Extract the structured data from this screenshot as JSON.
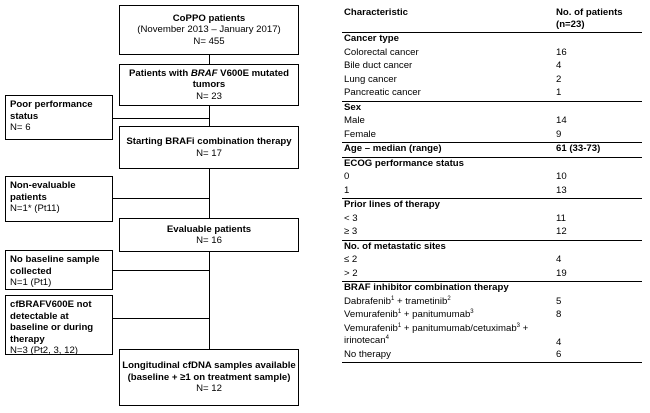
{
  "flow": {
    "copo": {
      "title": "CoPPO patients",
      "period": "(November 2013 – January 2017)",
      "n": "N= 455"
    },
    "braf": {
      "title_pre": "Patients with ",
      "title_gene": "BRAF",
      "title_post": " V600E mutated tumors",
      "n": "N= 23"
    },
    "poor": {
      "title": "Poor performance status",
      "n": "N= 6"
    },
    "starting": {
      "title": "Starting BRAFi combination therapy",
      "n": "N= 17"
    },
    "noneval": {
      "title": "Non-evaluable patients",
      "n": "N=1* (Pt11)"
    },
    "evaluable": {
      "title": "Evaluable patients",
      "n": "N= 16"
    },
    "nobaseline": {
      "title": "No baseline sample collected",
      "n": "N=1 (Pt1)"
    },
    "cfbraf": {
      "title": "cfBRAFV600E not detectable at baseline or during therapy",
      "n": "N=3 (Pt2, 3, 12)"
    },
    "longitudinal": {
      "title": "Longitudinal cfDNA samples available (baseline + ≥1 on treatment sample)",
      "n": "N= 12"
    }
  },
  "table": {
    "header": {
      "characteristic": "Characteristic",
      "patients": "No. of patients (n=23)"
    },
    "rows": [
      {
        "type": "section",
        "label": "Cancer type",
        "value": ""
      },
      {
        "type": "item",
        "label": "Colorectal cancer",
        "value": "16"
      },
      {
        "type": "item",
        "label": "Bile duct cancer",
        "value": "4"
      },
      {
        "type": "item",
        "label": "Lung cancer",
        "value": "2"
      },
      {
        "type": "item",
        "label": "Pancreatic cancer",
        "value": "1"
      },
      {
        "type": "section",
        "label": "Sex",
        "value": ""
      },
      {
        "type": "item",
        "label": "Male",
        "value": "14"
      },
      {
        "type": "item",
        "label": "Female",
        "value": "9"
      },
      {
        "type": "section",
        "label": "Age – median (range)",
        "value": "61 (33-73)"
      },
      {
        "type": "section",
        "label": "ECOG performance status",
        "value": ""
      },
      {
        "type": "item",
        "label": "0",
        "value": "10"
      },
      {
        "type": "item",
        "label": "1",
        "value": "13"
      },
      {
        "type": "section",
        "label": "Prior lines of therapy",
        "value": ""
      },
      {
        "type": "item",
        "label": "< 3",
        "value": "11"
      },
      {
        "type": "item",
        "label": "≥ 3",
        "value": "12"
      },
      {
        "type": "section",
        "label": "No. of metastatic sites",
        "value": ""
      },
      {
        "type": "item",
        "label": "≤ 2",
        "value": "4"
      },
      {
        "type": "item",
        "label": "> 2",
        "value": "19"
      },
      {
        "type": "section",
        "label": "BRAF inhibitor combination therapy",
        "value": ""
      }
    ],
    "therapy": {
      "dab": {
        "a": "Dabrafenib",
        "s1": "1",
        "b": " + trametinib",
        "s2": "2",
        "value": "5"
      },
      "vemp": {
        "a": "Vemurafenib",
        "s1": "1",
        "b": " + panitumumab",
        "s2": "3",
        "value": "8"
      },
      "vempc": {
        "a": "Vemurafenib",
        "s1": "1",
        "b": " + panitumumab/cetuximab",
        "s2": "3",
        "c": " + irinotecan",
        "s3": "4",
        "value": "4"
      },
      "none": {
        "label": "No therapy",
        "value": "6"
      }
    }
  }
}
